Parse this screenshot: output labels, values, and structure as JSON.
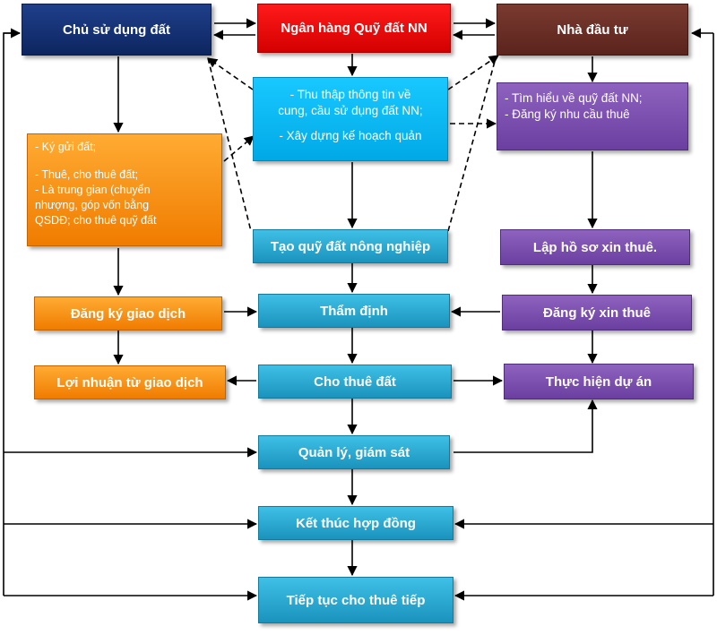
{
  "boxes": {
    "land_user": "Chủ sử dụng đất",
    "land_bank": "Ngân hàng Quỹ đất NN",
    "investor": "Nhà đầu tư",
    "collect_info": [
      "- Thu thập thông tin về",
      "cung, cầu sử dụng đất NN;",
      "- Xây dựng kế hoạch quản"
    ],
    "investor_research": [
      "- Tìm hiểu về quỹ đất NN;",
      "- Đăng ký nhu cầu thuê"
    ],
    "user_options": [
      "- Ký gửi đất;",
      "- Thuê, cho thuê đất;",
      "- Là trung gian (chuyển",
      "nhượng, góp vốn bằng",
      "QSDĐ; cho thuê quỹ đất"
    ],
    "create_fund": "Tạo quỹ đất nông nghiệp",
    "prepare_docs": "Lập hồ sơ xin thuê.",
    "register_transaction": "Đăng ký giao dịch",
    "appraisal": "Thẩm định",
    "register_rent": "Đăng ký xin thuê",
    "transaction_profit": "Lợi nhuận từ giao dịch",
    "lease_land": "Cho thuê đất",
    "implement_project": "Thực hiện dự án",
    "manage_supervise": "Quản lý, giám sát",
    "end_contract": "Kết thúc hợp đồng",
    "continue_lease": "Tiếp tục cho thuê tiếp"
  },
  "colors": {
    "navy": "#0d2660",
    "red": "#e60000",
    "brown": "#5a241c",
    "orange": "#f58a0a",
    "cyan": "#27a9d2",
    "cyan_bright": "#00b4f0",
    "purple": "#7b4fae",
    "arrow": "#000000"
  }
}
